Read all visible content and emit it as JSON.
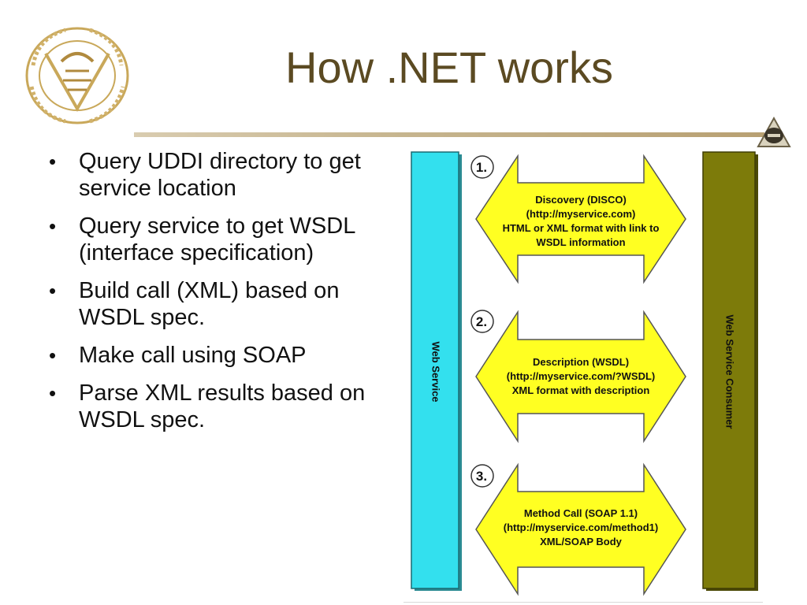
{
  "slide": {
    "title": "How .NET works",
    "bullets": [
      "Query UDDI directory to get service location",
      "Query service to get WSDL (interface specification)",
      "Build call (XML) based on WSDL spec.",
      "Make call using SOAP",
      "Parse XML results based on WSDL spec."
    ]
  },
  "diagram": {
    "left_column_label": "Web Service",
    "right_column_label": "Web Service Consumer",
    "steps": [
      {
        "number": "1.",
        "lines": [
          "Discovery (DISCO)",
          "(http://myservice.com)",
          "HTML or XML format with link to",
          "WSDL information"
        ]
      },
      {
        "number": "2.",
        "lines": [
          "Description (WSDL)",
          "(http://myservice.com/?WSDL)",
          "XML format with description"
        ]
      },
      {
        "number": "3.",
        "lines": [
          "Method Call (SOAP 1.1)",
          "(http://myservice.com/method1)",
          "XML/SOAP Body"
        ]
      }
    ],
    "colors": {
      "left_column": "#33e0ee",
      "right_column": "#7d7b0a",
      "arrow_fill": "#ffff22",
      "title": "#5b4a22"
    }
  },
  "icons": {
    "logo": "purdue-university-seal-icon",
    "corner": "purdue-corner-logo-icon"
  }
}
